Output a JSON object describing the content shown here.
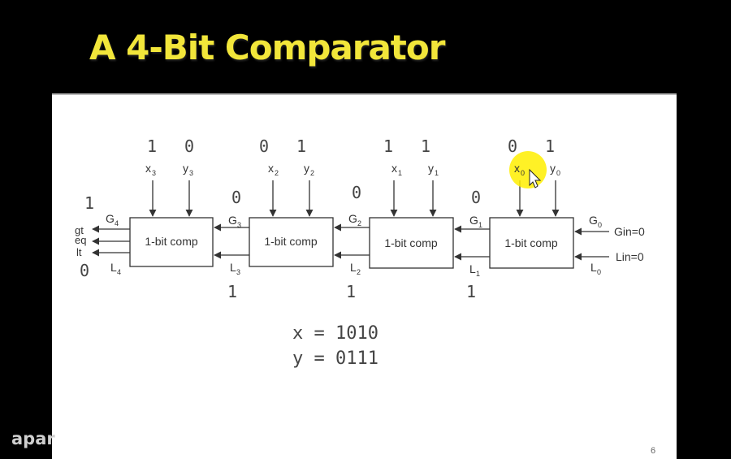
{
  "title": "A 4-Bit Comparator",
  "watermark": "apar",
  "page_number": "6",
  "input_bits_x": "1010",
  "input_bits_y": "0111",
  "blocks": [
    {
      "label": "1-bit comp",
      "x_bit": "1",
      "y_bit": "0",
      "x_name": "x",
      "y_name": "y",
      "index": "3",
      "g_name": "G",
      "g_out_index": "4",
      "l_name": "L",
      "l_out_index": "4",
      "g_value": "1",
      "l_value": "0"
    },
    {
      "label": "1-bit comp",
      "x_bit": "0",
      "y_bit": "1",
      "x_name": "x",
      "y_name": "y",
      "index": "2",
      "g_name": "G",
      "g_out_index": "3",
      "l_name": "L",
      "l_out_index": "3",
      "g_value": "0",
      "l_value": "1"
    },
    {
      "label": "1-bit comp",
      "x_bit": "1",
      "y_bit": "1",
      "x_name": "x",
      "y_name": "y",
      "index": "1",
      "g_name": "G",
      "g_out_index": "2",
      "l_name": "L",
      "l_out_index": "2",
      "g_value": "0",
      "l_value": "1"
    },
    {
      "label": "1-bit comp",
      "x_bit": "0",
      "y_bit": "1",
      "x_name": "x",
      "y_name": "y",
      "index": "0",
      "g_name": "G",
      "g_out_index": "1",
      "l_name": "L",
      "l_out_index": "1",
      "g_value": "0",
      "l_value": "1"
    }
  ],
  "input_carry": {
    "g_name": "G",
    "g_index": "0",
    "l_name": "L",
    "l_index": "0",
    "gin": "Gin=0",
    "lin": "Lin=0"
  },
  "outputs": {
    "gt": "gt",
    "eq": "eq",
    "lt": "lt"
  },
  "equations": {
    "x_line": "x = 1010",
    "y_line": "y = 0111"
  },
  "colors": {
    "title": "#f2e63a",
    "cursor_highlight": "#ffee00"
  }
}
